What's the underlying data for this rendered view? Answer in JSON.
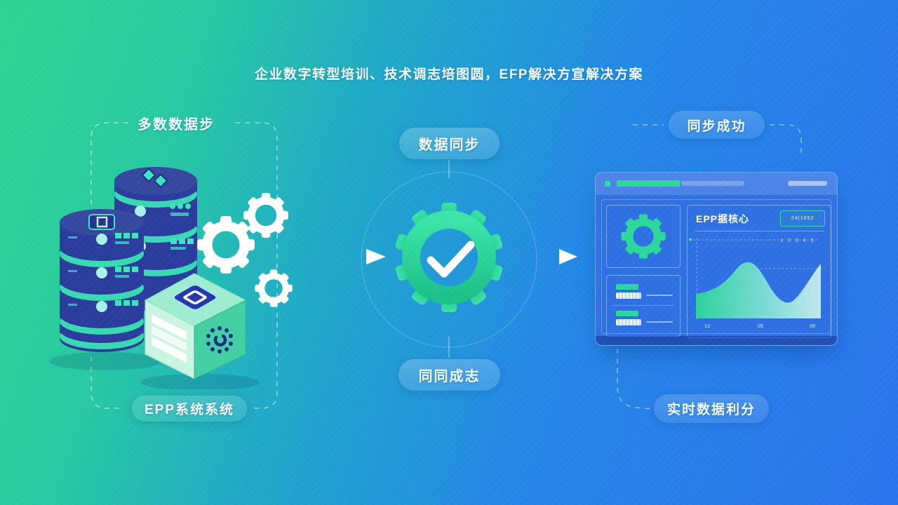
{
  "header": {
    "title": "企业数字转型培训、技术调志培图圆，EFP解决方宣解决方案"
  },
  "left_group": {
    "top_label": "多数数据步",
    "bottom_label": "EPP系统系统"
  },
  "center_flow": {
    "top_pill": "数据同步",
    "bottom_pill": "同同成志"
  },
  "right_group": {
    "top_pill": "同步成功",
    "bottom_pill": "实时数据利分"
  },
  "dashboard": {
    "panel_title": "EPP据核心",
    "button_label": "24(1852",
    "tick_note": "1 2 3 4 5",
    "chart": {
      "type": "area",
      "x_labels": [
        "12",
        "05",
        "08"
      ],
      "points_norm": [
        [
          0.0,
          0.44
        ],
        [
          0.1,
          0.46
        ],
        [
          0.26,
          0.72
        ],
        [
          0.41,
          1.0
        ],
        [
          0.47,
          0.97
        ],
        [
          0.59,
          0.28
        ],
        [
          0.69,
          0.27
        ],
        [
          0.85,
          0.65
        ],
        [
          1.0,
          0.98
        ]
      ],
      "description": "two-peak green gradient area wave with dashed gridlines"
    }
  },
  "colors": {
    "bg_green": "#2fd492",
    "bg_blue": "#2b72ee",
    "accent_green": "#2bd79a",
    "panel_blue": "#2e70e2",
    "database_blue": "#2a3c9c",
    "rim_teal": "#38d9b2",
    "gear_white": "#ffffff",
    "text_white": "#f4fcff"
  }
}
